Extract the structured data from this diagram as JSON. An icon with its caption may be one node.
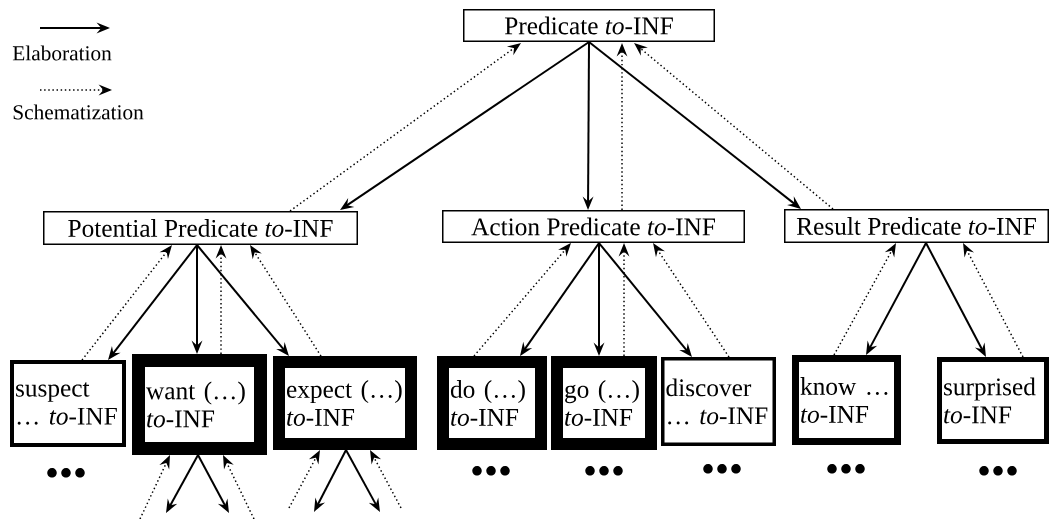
{
  "diagram": {
    "nodes": [
      {
        "text": [
          "Predicate *to*-INF"
        ]
      },
      {
        "text": [
          "Potential Predicate *to*-INF"
        ]
      },
      {
        "text": [
          "Action Predicate *to*-INF"
        ]
      },
      {
        "text": [
          "Result Predicate *to*-INF"
        ]
      },
      {
        "text": [
          "suspect … *to*-INF"
        ]
      },
      {
        "text": [
          "want (…) *to*-INF"
        ]
      },
      {
        "text": [
          "expect (…) *to*-INF"
        ]
      },
      {
        "text": [
          "do (…) *to*-INF"
        ]
      },
      {
        "text": [
          "go (…) *to*-INF"
        ]
      },
      {
        "text": [
          "discover … *to*-INF"
        ]
      },
      {
        "text": [
          "know … *to*-INF"
        ]
      },
      {
        "text": [
          "surprised *to*-INF"
        ]
      }
    ],
    "edges": [
      {
        "from": 0,
        "to": 1,
        "arrow": "to"
      },
      {
        "from": 1,
        "to": 0,
        "arrow": "to",
        "style": "dashed"
      },
      {
        "from": 0,
        "to": 2,
        "arrow": "to"
      },
      {
        "from": 2,
        "to": 0,
        "arrow": "to",
        "style": "dashed"
      },
      {
        "from": 0,
        "to": 3,
        "arrow": "to"
      },
      {
        "from": 3,
        "to": 0,
        "arrow": "to",
        "style": "dashed"
      },
      {
        "from": 1,
        "to": 4,
        "arrow": "to"
      },
      {
        "from": 4,
        "to": 1,
        "arrow": "to",
        "style": "dashed"
      },
      {
        "from": 1,
        "to": 5,
        "arrow": "to"
      },
      {
        "from": 5,
        "to": 1,
        "arrow": "to",
        "style": "dashed"
      },
      {
        "from": 1,
        "to": 6,
        "arrow": "to"
      },
      {
        "from": 6,
        "to": 1,
        "arrow": "to",
        "style": "dashed"
      },
      {
        "from": 2,
        "to": 7,
        "arrow": "to"
      },
      {
        "from": 7,
        "to": 2,
        "arrow": "to",
        "style": "dashed"
      },
      {
        "from": 2,
        "to": 8,
        "arrow": "to"
      },
      {
        "from": 8,
        "to": 2,
        "arrow": "to",
        "style": "dashed"
      },
      {
        "from": 2,
        "to": 9,
        "arrow": "to"
      },
      {
        "from": 9,
        "to": 2,
        "arrow": "to",
        "style": "dashed"
      },
      {
        "from": 3,
        "to": 10,
        "arrow": "to"
      },
      {
        "from": 10,
        "to": 3,
        "arrow": "to",
        "style": "dashed"
      },
      {
        "from": 3,
        "to": 11,
        "arrow": "to"
      },
      {
        "from": 11,
        "to": 3,
        "arrow": "to",
        "style": "dashed"
      },
      {
        "from": null,
        "to": 5,
        "arrow": "to",
        "style": "dashed"
      },
      {
        "from": 5,
        "to": null,
        "arrow": "to"
      },
      {
        "from": 5,
        "to": null,
        "arrow": "to"
      },
      {
        "from": null,
        "to": 5,
        "arrow": "to",
        "style": "dashed"
      },
      {
        "from": null,
        "to": 6,
        "arrow": "to",
        "style": "dashed"
      },
      {
        "from": 6,
        "to": null,
        "arrow": "to"
      },
      {
        "from": 6,
        "to": null,
        "arrow": "to"
      },
      {
        "from": null,
        "to": 6,
        "arrow": "to",
        "style": "dashed"
      }
    ],
    "labels": [
      "•••",
      "•••",
      "•••",
      "•••",
      "•••",
      "•••"
    ],
    "legend": [
      {
        "text": "Elaboration"
      },
      {
        "text": "Schematization"
      }
    ]
  }
}
